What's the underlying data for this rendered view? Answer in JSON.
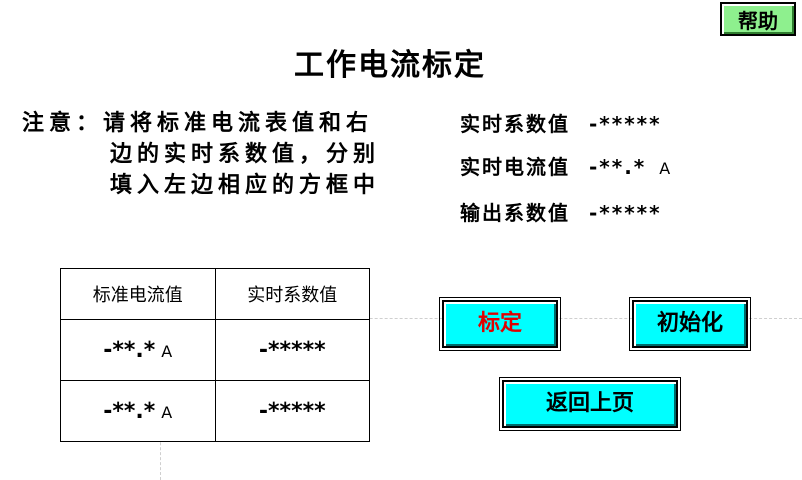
{
  "header": {
    "title": "工作电流标定",
    "help_label": "帮助"
  },
  "note": {
    "line1": "注意：请将标准电流表值和右",
    "line2": "边的实时系数值，分别",
    "line3": "填入左边相应的方框中"
  },
  "info": {
    "realtime_coef_label": "实时系数值",
    "realtime_coef_value": "-*****",
    "realtime_current_label": "实时电流值",
    "realtime_current_value": "-**.*",
    "realtime_current_unit": "A",
    "output_coef_label": "输出系数值",
    "output_coef_value": "-*****"
  },
  "table": {
    "headers": [
      "标准电流值",
      "实时系数值"
    ],
    "rows": [
      {
        "current": "-**.*",
        "unit": "A",
        "coef": "-*****"
      },
      {
        "current": "-**.*",
        "unit": "A",
        "coef": "-*****"
      }
    ]
  },
  "buttons": {
    "calibrate": "标定",
    "initialize": "初始化",
    "back": "返回上页"
  },
  "colors": {
    "button_bg": "#00ffff",
    "help_bg": "#8ef08e",
    "calibrate_text": "#e00000"
  }
}
